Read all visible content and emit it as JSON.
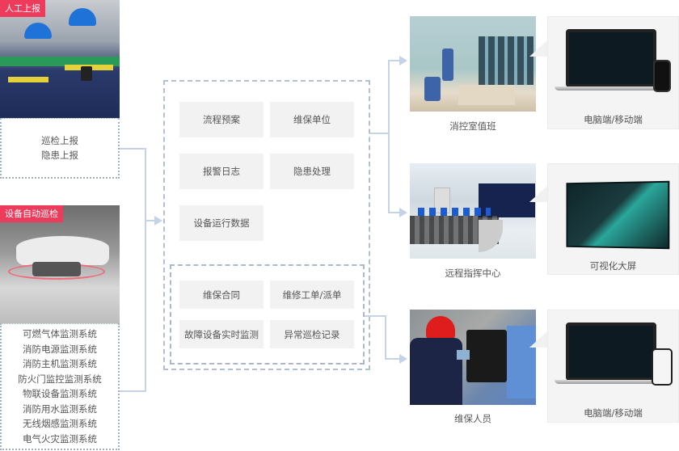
{
  "inputs": {
    "manual": {
      "badge": "人工上报",
      "items": [
        "巡检上报",
        "隐患上报"
      ]
    },
    "auto": {
      "badge": "设备自动巡检",
      "items": [
        "可燃气体监测系统",
        "消防电源监测系统",
        "消防主机监测系统",
        "防火门监控监测系统",
        "物联设备监测系统",
        "消防用水监测系统",
        "无线烟感监测系统",
        "电气火灾监测系统"
      ]
    }
  },
  "platform": {
    "upper_tiles": [
      "流程预案",
      "维保单位",
      "报警日志",
      "隐患处理",
      "设备运行数据"
    ],
    "lower_tiles": [
      "维保合同",
      "维修工单/派单",
      "故障设备实时监测",
      "异常巡检记录"
    ]
  },
  "outputs": [
    {
      "scene_caption": "消控室值班",
      "device_caption": "电脑端/移动端",
      "device": "laptop-phone"
    },
    {
      "scene_caption": "远程指挥中心",
      "device_caption": "可视化大屏",
      "device": "video-wall"
    },
    {
      "scene_caption": "维保人员",
      "device_caption": "电脑端/移动端",
      "device": "laptop-phone"
    }
  ],
  "colors": {
    "badge": "#ee3b5b",
    "connector": "#c5d3e8",
    "dashed_border": "#9eb0c8",
    "tile_bg": "#f2f2f2",
    "card_bg": "#f4f4f4"
  }
}
